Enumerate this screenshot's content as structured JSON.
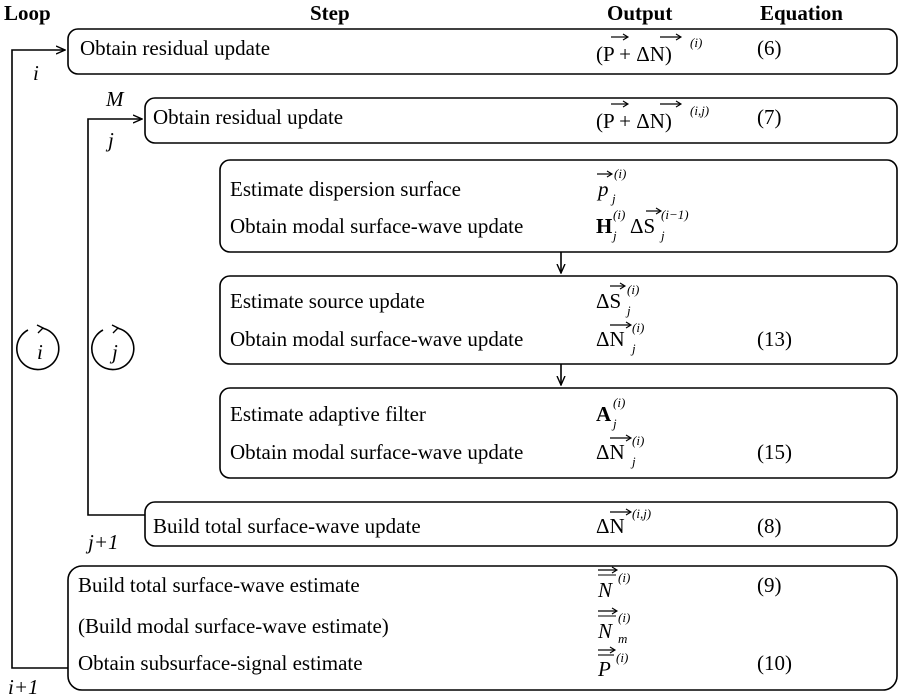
{
  "headers": {
    "loop": "Loop",
    "step": "Step",
    "output": "Output",
    "equation": "Equation"
  },
  "loop_labels": {
    "outer_index": "i",
    "outer_next": "i+1",
    "inner_limit": "M",
    "inner_index": "j",
    "inner_next": "j+1",
    "outer_cycle": "i",
    "inner_cycle": "j"
  },
  "steps": [
    {
      "label": "Obtain residual update",
      "output": {
        "base": "(P + ΔN)",
        "sup": "(i)"
      },
      "equation": "(6)"
    },
    {
      "label": "Obtain residual update",
      "output": {
        "base": "(P + ΔN)",
        "sup": "(i,j)"
      },
      "equation": "(7)"
    },
    {
      "label": "Estimate dispersion surface",
      "output": {
        "base": "p",
        "sub": "j",
        "sup": "(i)"
      },
      "equation": ""
    },
    {
      "label": "Obtain modal surface-wave update",
      "output": {
        "bold": "H",
        "sub": "j",
        "sup": "(i)",
        "tail": "ΔS",
        "tail_sub": "j",
        "tail_sup": "(i−1)"
      },
      "equation": ""
    },
    {
      "label": "Estimate source update",
      "output": {
        "base": "ΔS",
        "sub": "j",
        "sup": "(i)"
      },
      "equation": ""
    },
    {
      "label": "Obtain modal surface-wave update",
      "output": {
        "base": "ΔN",
        "sub": "j",
        "sup": "(i)"
      },
      "equation": "(13)"
    },
    {
      "label": "Estimate adaptive filter",
      "output": {
        "bold": "A",
        "sub": "j",
        "sup": "(i)"
      },
      "equation": ""
    },
    {
      "label": "Obtain modal surface-wave update",
      "output": {
        "base": "ΔN",
        "sub": "j",
        "sup": "(i)"
      },
      "equation": "(15)"
    },
    {
      "label": "Build total surface-wave update",
      "output": {
        "base": "ΔN",
        "sup": "(i,j)"
      },
      "equation": "(8)"
    },
    {
      "label": "Build total surface-wave estimate",
      "output": {
        "base": "N",
        "sup": "(i)"
      },
      "equation": "(9)"
    },
    {
      "label": "(Build modal surface-wave estimate)",
      "output": {
        "base": "N",
        "sub": "m",
        "sup": "(i)"
      },
      "equation": ""
    },
    {
      "label": "Obtain subsurface-signal estimate",
      "output": {
        "base": "P",
        "sup": "(i)"
      },
      "equation": "(10)"
    }
  ]
}
